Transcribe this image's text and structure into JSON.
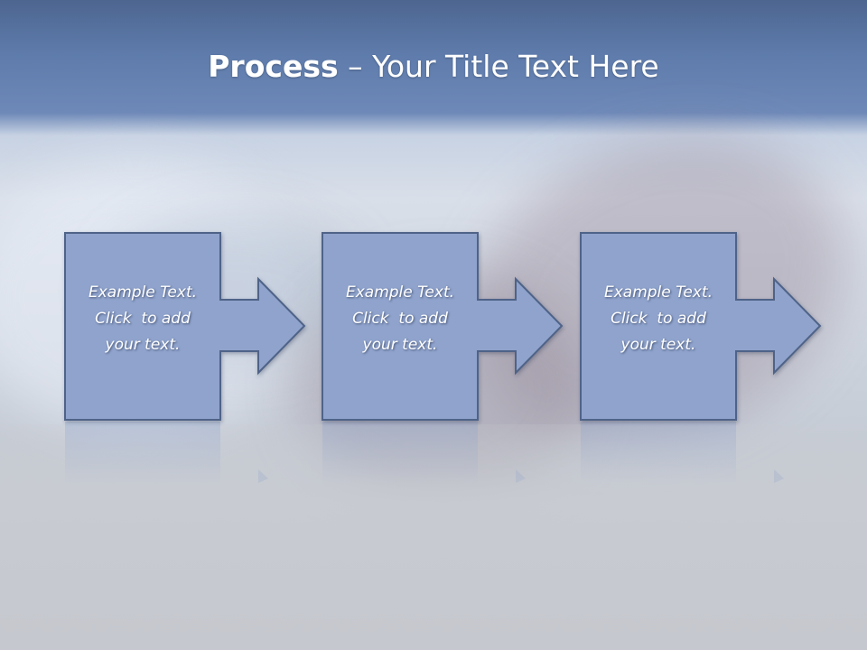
{
  "title": {
    "bold": "Process",
    "rest": " – Your Title Text Here"
  },
  "steps": [
    {
      "lines": [
        "Example Text.",
        "Click  to add",
        "your text."
      ]
    },
    {
      "lines": [
        "Example Text.",
        "Click  to add",
        "your text."
      ]
    },
    {
      "lines": [
        "Example Text.",
        "Click  to add",
        "your text."
      ]
    }
  ],
  "colors": {
    "box_fill": "#8fa3cc",
    "box_stroke": "#4f6488",
    "title_bar": "#5e7bab"
  }
}
